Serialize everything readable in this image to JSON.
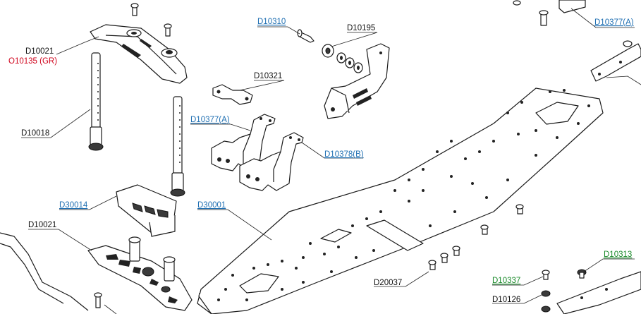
{
  "labels": {
    "d10310": "D10310",
    "d10195": "D10195",
    "d10377a_right": "D10377(A)",
    "d10021_top": "D10021",
    "o10135": "O10135 (GR)",
    "d10321": "D10321",
    "d10018": "D10018",
    "d10377a": "D10377(A)",
    "d10378b": "D10378(B)",
    "d30014": "D30014",
    "d30001": "D30001",
    "d10021_bottom": "D10021",
    "d20037": "D20037",
    "d10313": "D10313",
    "d10337": "D10337",
    "d10126": "D10126"
  },
  "colors": {
    "link_blue": "#1f6fb2",
    "warning_red": "#d0021b",
    "accent_green": "#1a8a2a",
    "text": "#111111"
  }
}
